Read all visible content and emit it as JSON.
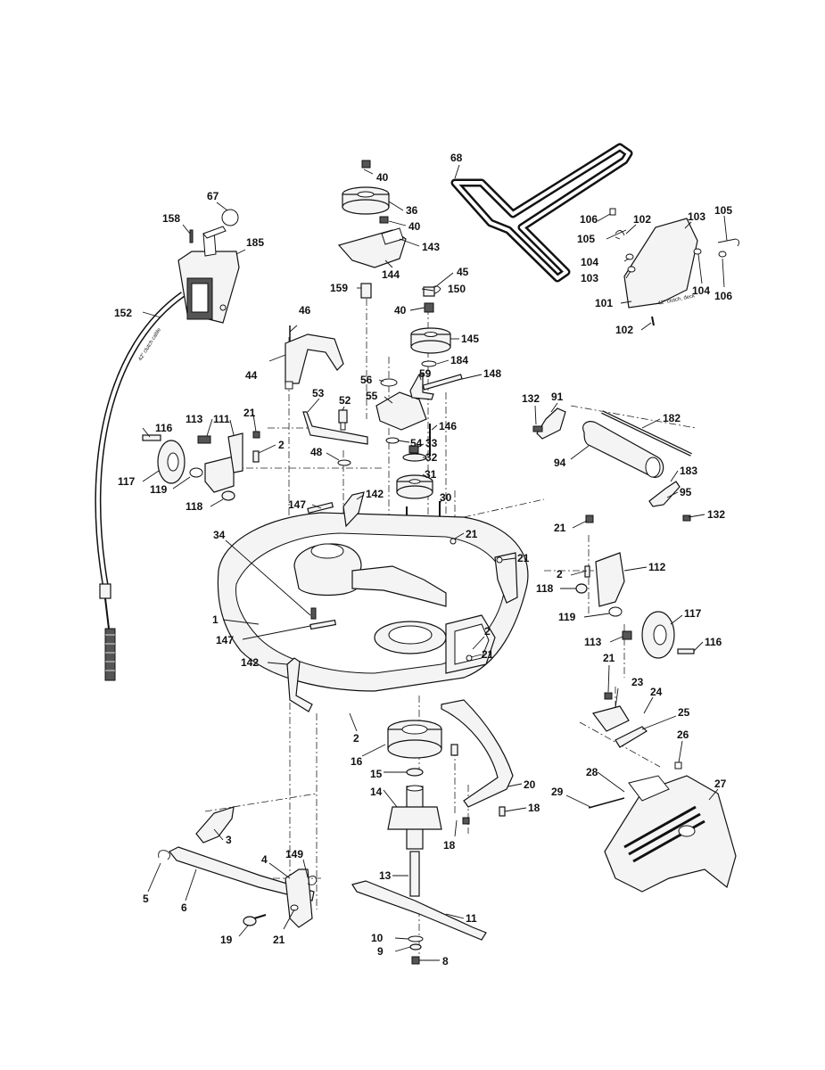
{
  "diagram": {
    "stamps": {
      "clutch_cable": "42\" clutch cable",
      "deflector": "42\" clutch, deck"
    },
    "callouts": [
      {
        "id": "c40a",
        "text": "40"
      },
      {
        "id": "c36",
        "text": "36"
      },
      {
        "id": "c40b",
        "text": "40"
      },
      {
        "id": "c143",
        "text": "143"
      },
      {
        "id": "c144",
        "text": "144"
      },
      {
        "id": "c159",
        "text": "159"
      },
      {
        "id": "c45",
        "text": "45"
      },
      {
        "id": "c150",
        "text": "150"
      },
      {
        "id": "c40c",
        "text": "40"
      },
      {
        "id": "c145",
        "text": "145"
      },
      {
        "id": "c184",
        "text": "184"
      },
      {
        "id": "c68",
        "text": "68"
      },
      {
        "id": "c67",
        "text": "67"
      },
      {
        "id": "c158",
        "text": "158"
      },
      {
        "id": "c185",
        "text": "185"
      },
      {
        "id": "c152",
        "text": "152"
      },
      {
        "id": "c46",
        "text": "46"
      },
      {
        "id": "c44",
        "text": "44"
      },
      {
        "id": "c56",
        "text": "56"
      },
      {
        "id": "c55",
        "text": "55"
      },
      {
        "id": "c59",
        "text": "59"
      },
      {
        "id": "c148",
        "text": "148"
      },
      {
        "id": "c53",
        "text": "53"
      },
      {
        "id": "c52",
        "text": "52"
      },
      {
        "id": "c146",
        "text": "146"
      },
      {
        "id": "c54",
        "text": "54"
      },
      {
        "id": "c33",
        "text": "33"
      },
      {
        "id": "c48",
        "text": "48"
      },
      {
        "id": "c32",
        "text": "32"
      },
      {
        "id": "c31",
        "text": "31"
      },
      {
        "id": "c106a",
        "text": "106"
      },
      {
        "id": "c102a",
        "text": "102"
      },
      {
        "id": "c103a",
        "text": "103"
      },
      {
        "id": "c105a",
        "text": "105"
      },
      {
        "id": "c105b",
        "text": "105"
      },
      {
        "id": "c104a",
        "text": "104"
      },
      {
        "id": "c103b",
        "text": "103"
      },
      {
        "id": "c104b",
        "text": "104"
      },
      {
        "id": "c106b",
        "text": "106"
      },
      {
        "id": "c101",
        "text": "101"
      },
      {
        "id": "c102b",
        "text": "102"
      },
      {
        "id": "c132a",
        "text": "132"
      },
      {
        "id": "c91",
        "text": "91"
      },
      {
        "id": "c182",
        "text": "182"
      },
      {
        "id": "c94",
        "text": "94"
      },
      {
        "id": "c183",
        "text": "183"
      },
      {
        "id": "c95",
        "text": "95"
      },
      {
        "id": "c132b",
        "text": "132"
      },
      {
        "id": "c113a",
        "text": "113"
      },
      {
        "id": "c111",
        "text": "111"
      },
      {
        "id": "c21a",
        "text": "21"
      },
      {
        "id": "c116a",
        "text": "116"
      },
      {
        "id": "c2a",
        "text": "2"
      },
      {
        "id": "c117a",
        "text": "117"
      },
      {
        "id": "c119a",
        "text": "119"
      },
      {
        "id": "c118a",
        "text": "118"
      },
      {
        "id": "c147a",
        "text": "147"
      },
      {
        "id": "c142a",
        "text": "142"
      },
      {
        "id": "c30",
        "text": "30"
      },
      {
        "id": "c21b",
        "text": "21"
      },
      {
        "id": "c34",
        "text": "34"
      },
      {
        "id": "c21c",
        "text": "21"
      },
      {
        "id": "c1",
        "text": "1"
      },
      {
        "id": "c147b",
        "text": "147"
      },
      {
        "id": "c2b",
        "text": "2"
      },
      {
        "id": "c21d",
        "text": "21"
      },
      {
        "id": "c142b",
        "text": "142"
      },
      {
        "id": "c2c",
        "text": "2"
      },
      {
        "id": "c21e",
        "text": "21"
      },
      {
        "id": "c112",
        "text": "112"
      },
      {
        "id": "c2d",
        "text": "2"
      },
      {
        "id": "c118b",
        "text": "118"
      },
      {
        "id": "c117b",
        "text": "117"
      },
      {
        "id": "c119b",
        "text": "119"
      },
      {
        "id": "c113b",
        "text": "113"
      },
      {
        "id": "c116b",
        "text": "116"
      },
      {
        "id": "c21f",
        "text": "21"
      },
      {
        "id": "c23",
        "text": "23"
      },
      {
        "id": "c24",
        "text": "24"
      },
      {
        "id": "c25",
        "text": "25"
      },
      {
        "id": "c26",
        "text": "26"
      },
      {
        "id": "c16",
        "text": "16"
      },
      {
        "id": "c15",
        "text": "15"
      },
      {
        "id": "c14",
        "text": "14"
      },
      {
        "id": "c20",
        "text": "20"
      },
      {
        "id": "c18a",
        "text": "18"
      },
      {
        "id": "c18b",
        "text": "18"
      },
      {
        "id": "c28",
        "text": "28"
      },
      {
        "id": "c29",
        "text": "29"
      },
      {
        "id": "c27",
        "text": "27"
      },
      {
        "id": "c3",
        "text": "3"
      },
      {
        "id": "c4",
        "text": "4"
      },
      {
        "id": "c149",
        "text": "149"
      },
      {
        "id": "c5",
        "text": "5"
      },
      {
        "id": "c6",
        "text": "6"
      },
      {
        "id": "c13",
        "text": "13"
      },
      {
        "id": "c11",
        "text": "11"
      },
      {
        "id": "c19",
        "text": "19"
      },
      {
        "id": "c21g",
        "text": "21"
      },
      {
        "id": "c10",
        "text": "10"
      },
      {
        "id": "c9",
        "text": "9"
      },
      {
        "id": "c8",
        "text": "8"
      }
    ]
  }
}
